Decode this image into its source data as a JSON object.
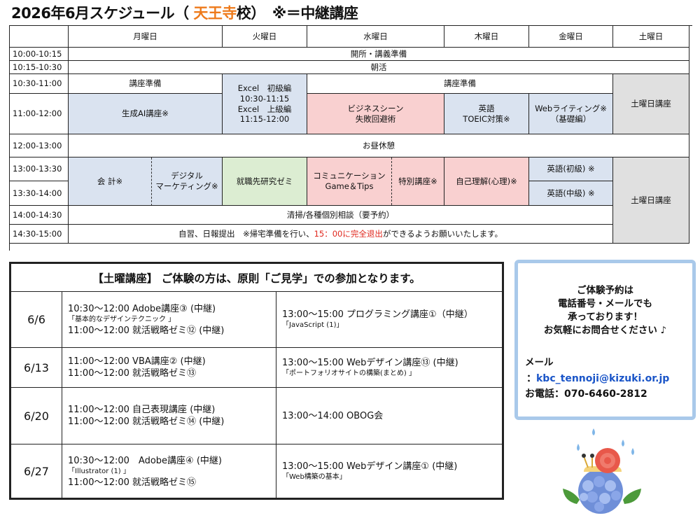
{
  "title": {
    "prefix": "2026年6月スケジュール（ ",
    "school": "天王寺",
    "suffix": "校）　※＝中継講座"
  },
  "weekly": {
    "days": [
      "月曜日",
      "火曜日",
      "水曜日",
      "木曜日",
      "金曜日",
      "土曜日"
    ],
    "times": [
      "10:00-10:15",
      "10:15-10:30",
      "10:30-11:00",
      "11:00-12:00",
      "12:00-13:00",
      "13:00-13:30",
      "13:30-14:00",
      "14:00-14:30",
      "14:30-15:00"
    ],
    "open": "開所・講義準備",
    "morning_meeting": "朝活",
    "prep_mon": "講座準備",
    "prep_wed_fri": "講座準備",
    "tue_excel": [
      "Excel　初級編",
      "10:30-11:15",
      "Excel　上級編",
      "11:15-12:00"
    ],
    "mon_ai": "生成AI講座※",
    "wed_business": [
      "ビジネスシーン",
      "失敗回避術"
    ],
    "thu_toeic": [
      "英語",
      "TOEIC対策※"
    ],
    "fri_web": [
      "Webライティング※",
      "（基礎編）"
    ],
    "sat_course_1": "土曜日講座",
    "lunch": "お昼休憩",
    "mon_accounting": "会 計※",
    "mon_digital": [
      "デジタル",
      "マーケティング※"
    ],
    "tue_job": "就職先研究ゼミ",
    "wed_comm": [
      "コミュニケーション",
      "Game＆Tips"
    ],
    "wed_special": "特別講座※",
    "thu_self": "自己理解(心理)※",
    "fri_eng_basic": "英語(初級) ※",
    "fri_eng_mid": "英語(中級) ※",
    "sat_course_2": "土曜日講座",
    "cleaning": "清掃/各種個別相談（要予約）",
    "closing_pre": "自習、日報提出　※帰宅準備を行い、",
    "closing_red": "15：00に完全退出",
    "closing_post": "ができるようお願いいたします。"
  },
  "saturday": {
    "header": "【土曜講座】 ご体験の方は、原則「ご見学」での参加となります。",
    "rows": [
      {
        "date": "6/6",
        "am_1": "10:30～12:00 Adobe講座③ (中継)",
        "am_sub": "「基本的なデザインテクニック 」",
        "am_2": "11:00～12:00 就活戦略ゼミ⑫ (中継)",
        "pm_1": "13:00～15:00 プログラミング講座①（中継）",
        "pm_sub": "「JavaScript (1)」"
      },
      {
        "date": "6/13",
        "am_1": "11:00～12:00 VBA講座② (中継)",
        "am_2": "11:00～12:00 就活戦略ゼミ⑬",
        "pm_1": "13:00～15:00 Webデザイン講座⑬ (中継)",
        "pm_sub": "「ポートフォリオサイトの構築(まとめ) 」"
      },
      {
        "date": "6/20",
        "am_1": "11:00～12:00 自己表現講座 (中継)",
        "am_2": "11:00～12:00 就活戦略ゼミ⑭ (中継)",
        "pm_1": "13:00～14:00 OBOG会"
      },
      {
        "date": "6/27",
        "am_1": "10:30～12:00　Adobe講座④ (中継)",
        "am_sub": "「Illustrator (1) 」",
        "am_2": "11:00～12:00 就活戦略ゼミ⑮",
        "pm_1": "13:00～15:00 Webデザイン講座① (中継)",
        "pm_sub": "「Web構築の基本」"
      }
    ]
  },
  "contact": {
    "message": [
      "ご体験予約は",
      "電話番号・メールでも",
      "承っております！",
      "お気軽にお問合せください ♪"
    ],
    "mail_label": "メール",
    "mail_prefix": "：",
    "mail": "kbc_tennoji@kizuki.or.jp",
    "tel": "お電話：070-6460-2812"
  },
  "colors": {
    "school": "#ee7a1b",
    "blue_cell": "#dae3f0",
    "pink_cell": "#f9d0d0",
    "green_cell": "#dcedd2",
    "gray_cell": "#e0e0e0",
    "warning_red": "#e0271d",
    "mail_blue": "#1a55c8",
    "contact_border": "#a9c9ea"
  },
  "decoration": "snail-on-hydrangea-illustration"
}
